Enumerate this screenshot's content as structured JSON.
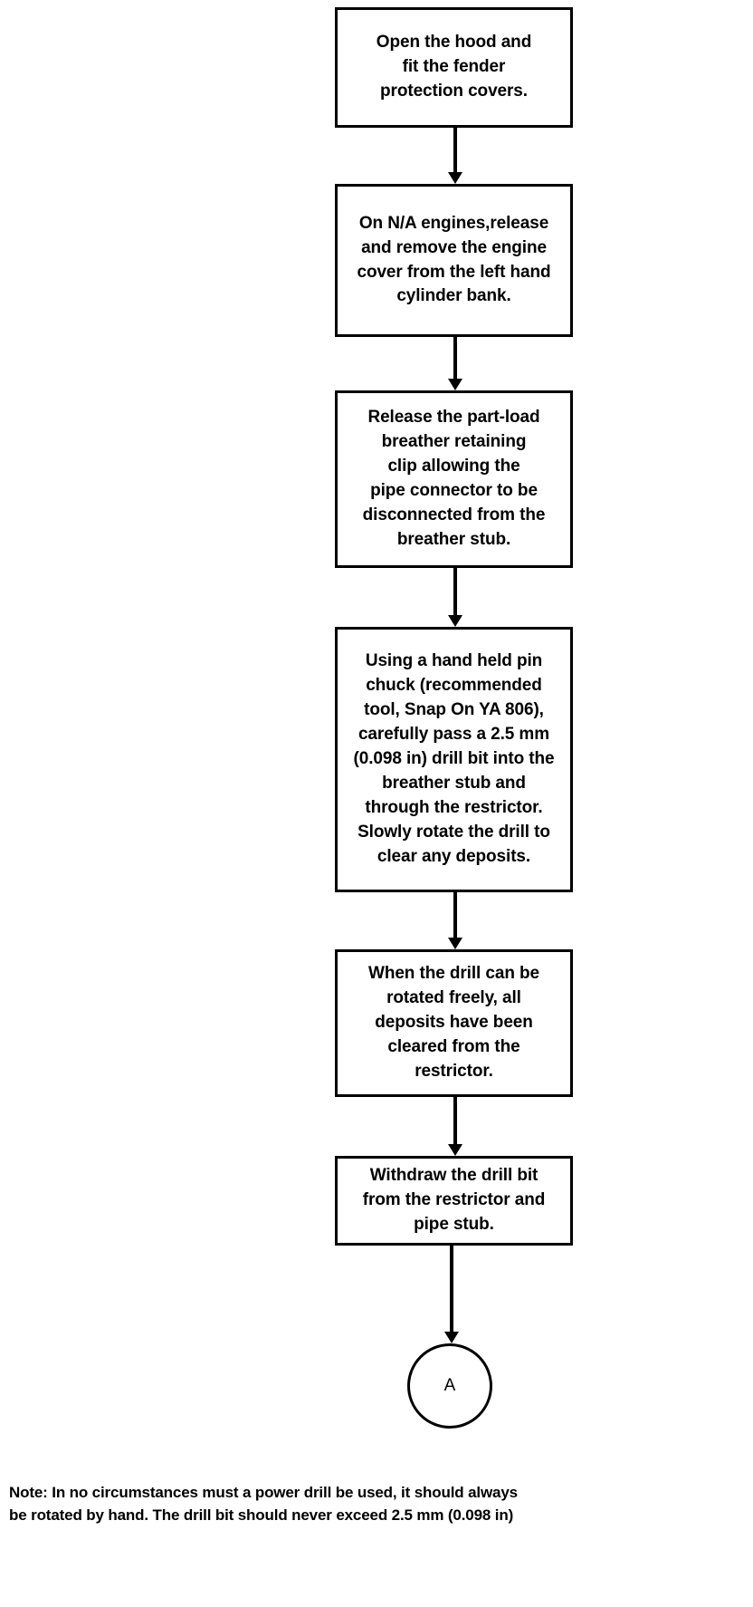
{
  "document": {
    "title": "Part-load breather restrictor cleaning procedure",
    "background_color": "#ffffff",
    "line_color": "#000000",
    "text_color": "#000000"
  },
  "chart_data": {
    "type": "diagram",
    "diagram_type": "flowchart",
    "orientation": "vertical-top-to-bottom",
    "node_count": 7,
    "edge_count": 6,
    "nodes": [
      {
        "id": "step1",
        "shape": "rectangle",
        "text": "Open the hood and\nfit the fender\nprotection covers."
      },
      {
        "id": "step2",
        "shape": "rectangle",
        "text": "On N/A engines,release\nand remove the engine\ncover from the left hand\ncylinder bank."
      },
      {
        "id": "step3",
        "shape": "rectangle",
        "text": "Release the part-load\nbreather retaining\nclip allowing the\npipe connector to be\ndisconnected from the\nbreather stub."
      },
      {
        "id": "step4",
        "shape": "rectangle",
        "text": "Using a hand held pin\nchuck (recommended\ntool, Snap On YA 806),\ncarefully pass a 2.5 mm\n(0.098 in) drill bit into the\nbreather stub and\nthrough the restrictor.\nSlowly rotate the drill to\nclear any deposits."
      },
      {
        "id": "step5",
        "shape": "rectangle",
        "text": "When the drill can be\nrotated freely, all\ndeposits have been\ncleared from the\nrestrictor."
      },
      {
        "id": "step6",
        "shape": "rectangle",
        "text": "Withdraw the drill bit\nfrom the restrictor and\npipe stub."
      },
      {
        "id": "connectorA",
        "shape": "circle",
        "text": "A"
      }
    ],
    "edges": [
      {
        "from": "step1",
        "to": "step2",
        "style": "arrow-down"
      },
      {
        "from": "step2",
        "to": "step3",
        "style": "arrow-down"
      },
      {
        "from": "step3",
        "to": "step4",
        "style": "arrow-down"
      },
      {
        "from": "step4",
        "to": "step5",
        "style": "arrow-down"
      },
      {
        "from": "step5",
        "to": "step6",
        "style": "arrow-down"
      },
      {
        "from": "step6",
        "to": "connectorA",
        "style": "arrow-down"
      }
    ],
    "annotations": [
      {
        "id": "note",
        "text": "Note: In no circumstances  must a power drill be used, it should always\nbe rotated by hand. The drill bit should never exceed 2.5 mm (0.098 in)"
      }
    ]
  },
  "flow": {
    "step1": {
      "text": "Open the hood and\nfit the fender\nprotection covers."
    },
    "step2": {
      "text": "On N/A engines,release\nand remove the engine\ncover from the left hand\ncylinder bank."
    },
    "step3": {
      "text": "Release the part-load\nbreather retaining\nclip allowing the\npipe connector to be\ndisconnected from the\nbreather stub."
    },
    "step4": {
      "text": "Using a hand held pin\nchuck (recommended\ntool, Snap On YA 806),\ncarefully pass a 2.5 mm\n(0.098 in) drill bit into the\nbreather stub and\nthrough the restrictor.\nSlowly rotate the drill to\nclear any deposits."
    },
    "step5": {
      "text": "When the drill can be\nrotated freely, all\ndeposits have been\ncleared from the\nrestrictor."
    },
    "step6": {
      "text": "Withdraw the drill bit\nfrom the restrictor and\npipe stub."
    },
    "connector_a": {
      "label": "A"
    }
  },
  "note": {
    "text": "Note: In no circumstances  must a power drill be used, it should always\nbe rotated by hand. The drill bit should never exceed 2.5 mm (0.098 in)"
  }
}
